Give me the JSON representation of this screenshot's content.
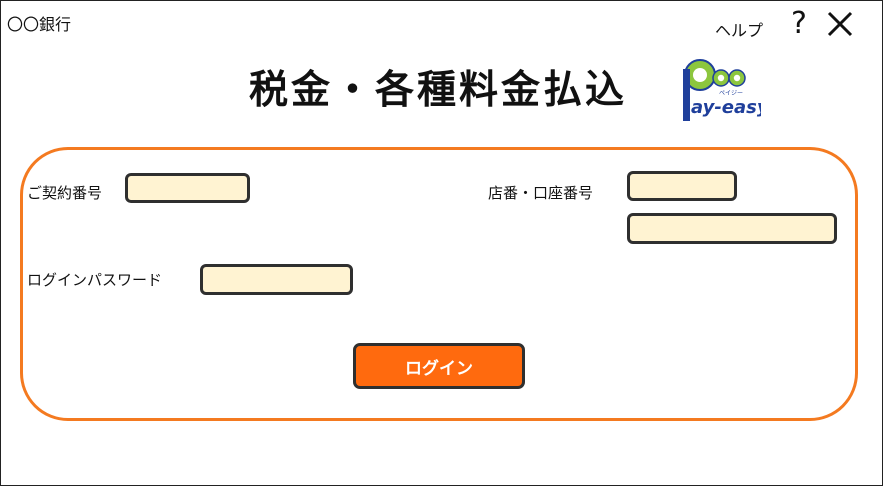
{
  "header": {
    "bank_name": "〇〇銀行",
    "help_label": "ヘルプ",
    "help_icon_glyph": "?",
    "close_icon": "close-x-icon"
  },
  "page": {
    "title": "税金・各種料金払込",
    "logo": {
      "name": "pay-easy-logo",
      "text": "ay-easy",
      "furigana": "ペイジー"
    }
  },
  "form": {
    "contract_number": {
      "label": "ご契約番号",
      "value": ""
    },
    "branch_account": {
      "label": "店番・口座番号",
      "branch_value": "",
      "account_value": ""
    },
    "password": {
      "label": "ログインパスワード",
      "value": ""
    },
    "login_button_label": "ログイン"
  },
  "colors": {
    "panel_border": "#f47a20",
    "button_background": "#ff6a0e",
    "input_background": "#fff3d2",
    "logo_green": "#8cc63e",
    "logo_blue": "#1f3f9b"
  }
}
